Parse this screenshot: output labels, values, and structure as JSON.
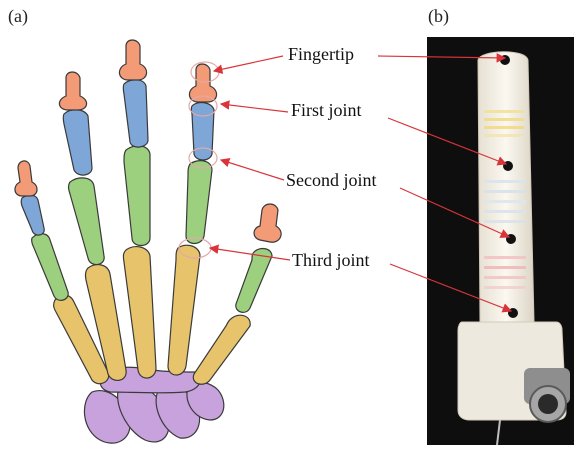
{
  "panels": {
    "a_label": "(a)",
    "b_label": "(b)"
  },
  "callouts": {
    "fingertip": "Fingertip",
    "first_joint": "First joint",
    "second_joint": "Second joint",
    "third_joint": "Third joint"
  },
  "colors": {
    "distal_phalanx": "#f39a77",
    "middle_phalanx": "#7ea6d6",
    "proximal_phalanx": "#9ccf7e",
    "metacarpal": "#e7c36b",
    "carpal": "#c8a2dc",
    "arrow": "#d9343a",
    "photo_background": "#0e0e0e",
    "finger_body": "#f3efe6"
  }
}
